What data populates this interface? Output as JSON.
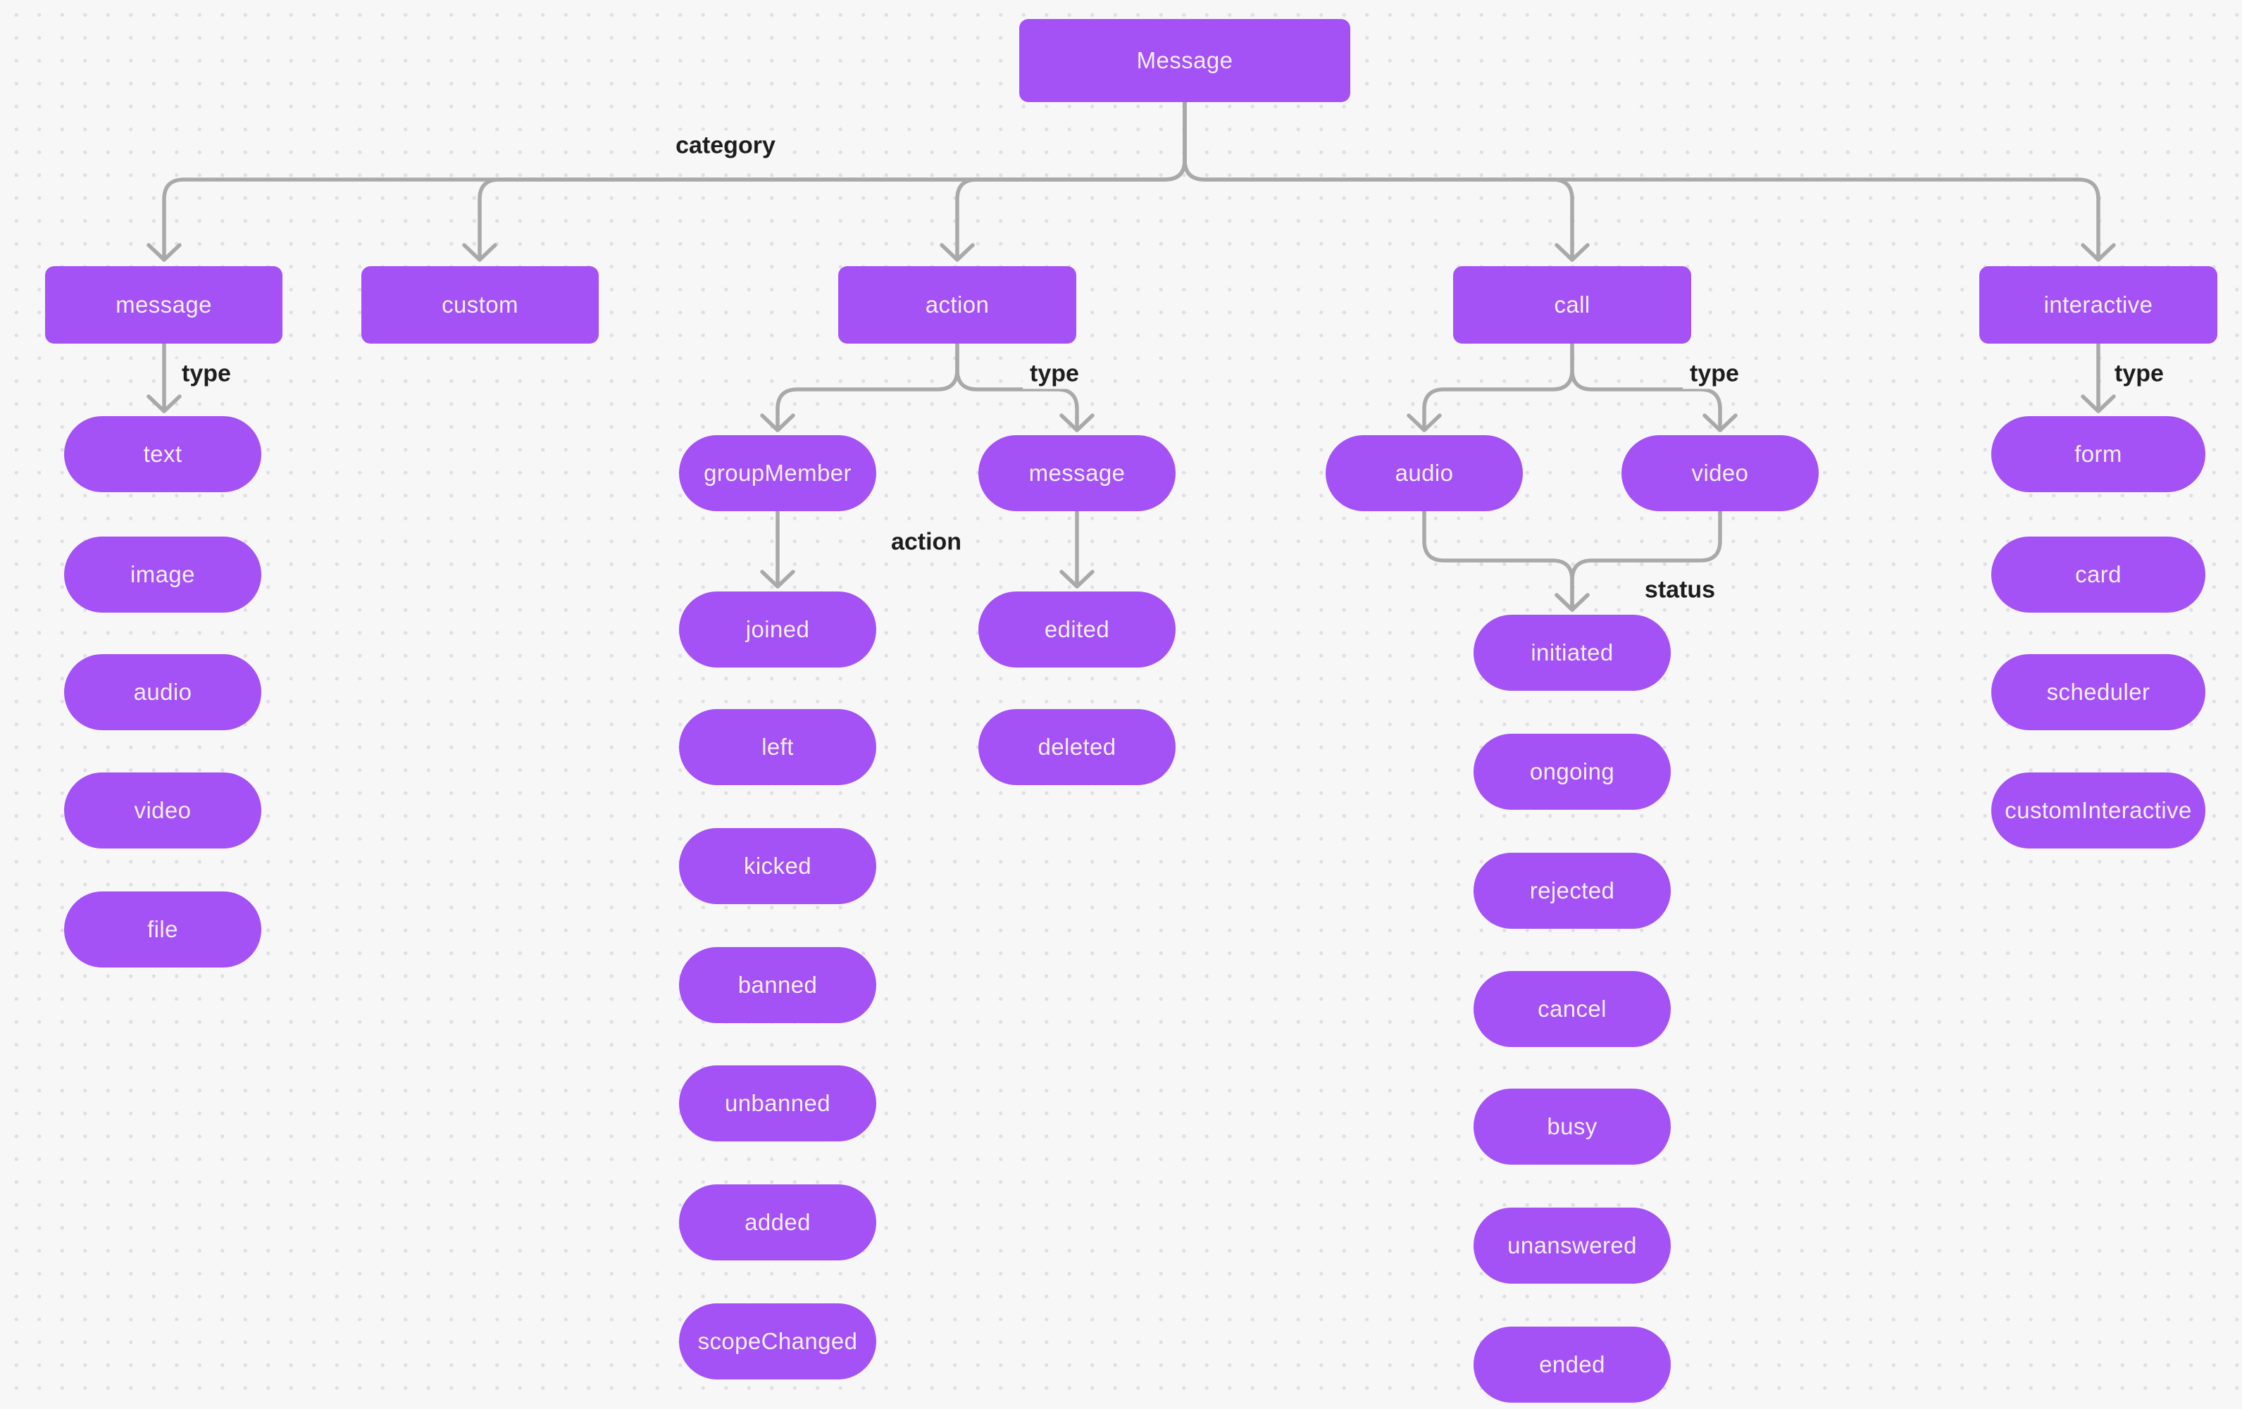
{
  "colors": {
    "node_fill": "#a451f5",
    "node_text": "#f4eefd",
    "edge_stroke": "#a9a9a9",
    "edge_label_text": "#1d1d1d",
    "canvas_background": "#f7f7f8",
    "grid_dot": "#e0e0e3"
  },
  "tree": {
    "root_label": "Message",
    "category_edge_label": "category",
    "categories": [
      {
        "label": "message",
        "edge_label": "type",
        "types": [
          "text",
          "image",
          "audio",
          "video",
          "file"
        ]
      },
      {
        "label": "custom"
      },
      {
        "label": "action",
        "edge_label": "type",
        "groups": [
          {
            "label": "groupMember",
            "edge_label": "action",
            "actions": [
              "joined",
              "left",
              "kicked",
              "banned",
              "unbanned",
              "added",
              "scopeChanged"
            ]
          },
          {
            "label": "message",
            "actions": [
              "edited",
              "deleted"
            ]
          }
        ]
      },
      {
        "label": "call",
        "edge_label": "type",
        "types": [
          "audio",
          "video"
        ],
        "status_edge_label": "status",
        "statuses": [
          "initiated",
          "ongoing",
          "rejected",
          "cancel",
          "busy",
          "unanswered",
          "ended"
        ]
      },
      {
        "label": "interactive",
        "edge_label": "type",
        "types": [
          "form",
          "card",
          "scheduler",
          "customInteractive"
        ]
      }
    ]
  }
}
